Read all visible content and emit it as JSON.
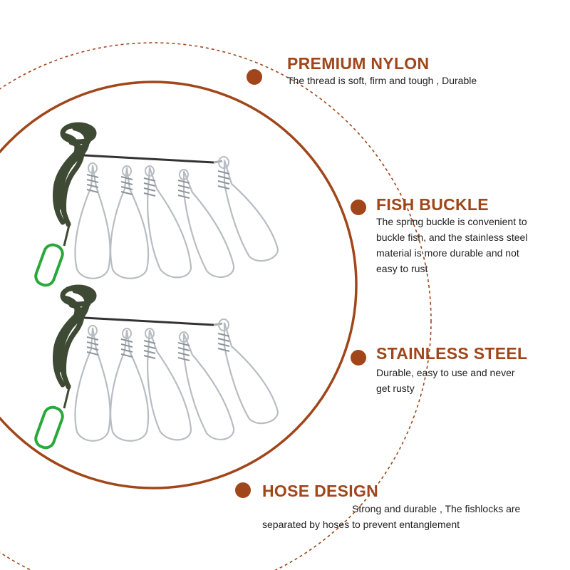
{
  "colors": {
    "accent": "#a0461a",
    "dashed_ring": "#a0461a",
    "rope": "#3f4a35",
    "carabiner": "#2aa83b",
    "steel": "#b7bdc3"
  },
  "features": [
    {
      "icon": "dot-icon",
      "title": "PREMIUM NYLON",
      "lines": [
        "The thread is soft, firm and tough , Durable"
      ]
    },
    {
      "icon": "dot-icon",
      "title": "FISH BUCKLE",
      "lines": [
        "The spring buckle is convenient to",
        "buckle fish, and the stainless steel",
        "material is more durable and not",
        "easy to rust"
      ]
    },
    {
      "icon": "dot-icon",
      "title": "STAINLESS STEEL",
      "lines": [
        "Durable, easy to use and never",
        "get rusty"
      ]
    },
    {
      "icon": "dot-icon",
      "title": "HOSE DESIGN",
      "lines": [
        "Strong and durable , The fishlocks are",
        "separated by hoses to prevent entanglement"
      ]
    }
  ]
}
